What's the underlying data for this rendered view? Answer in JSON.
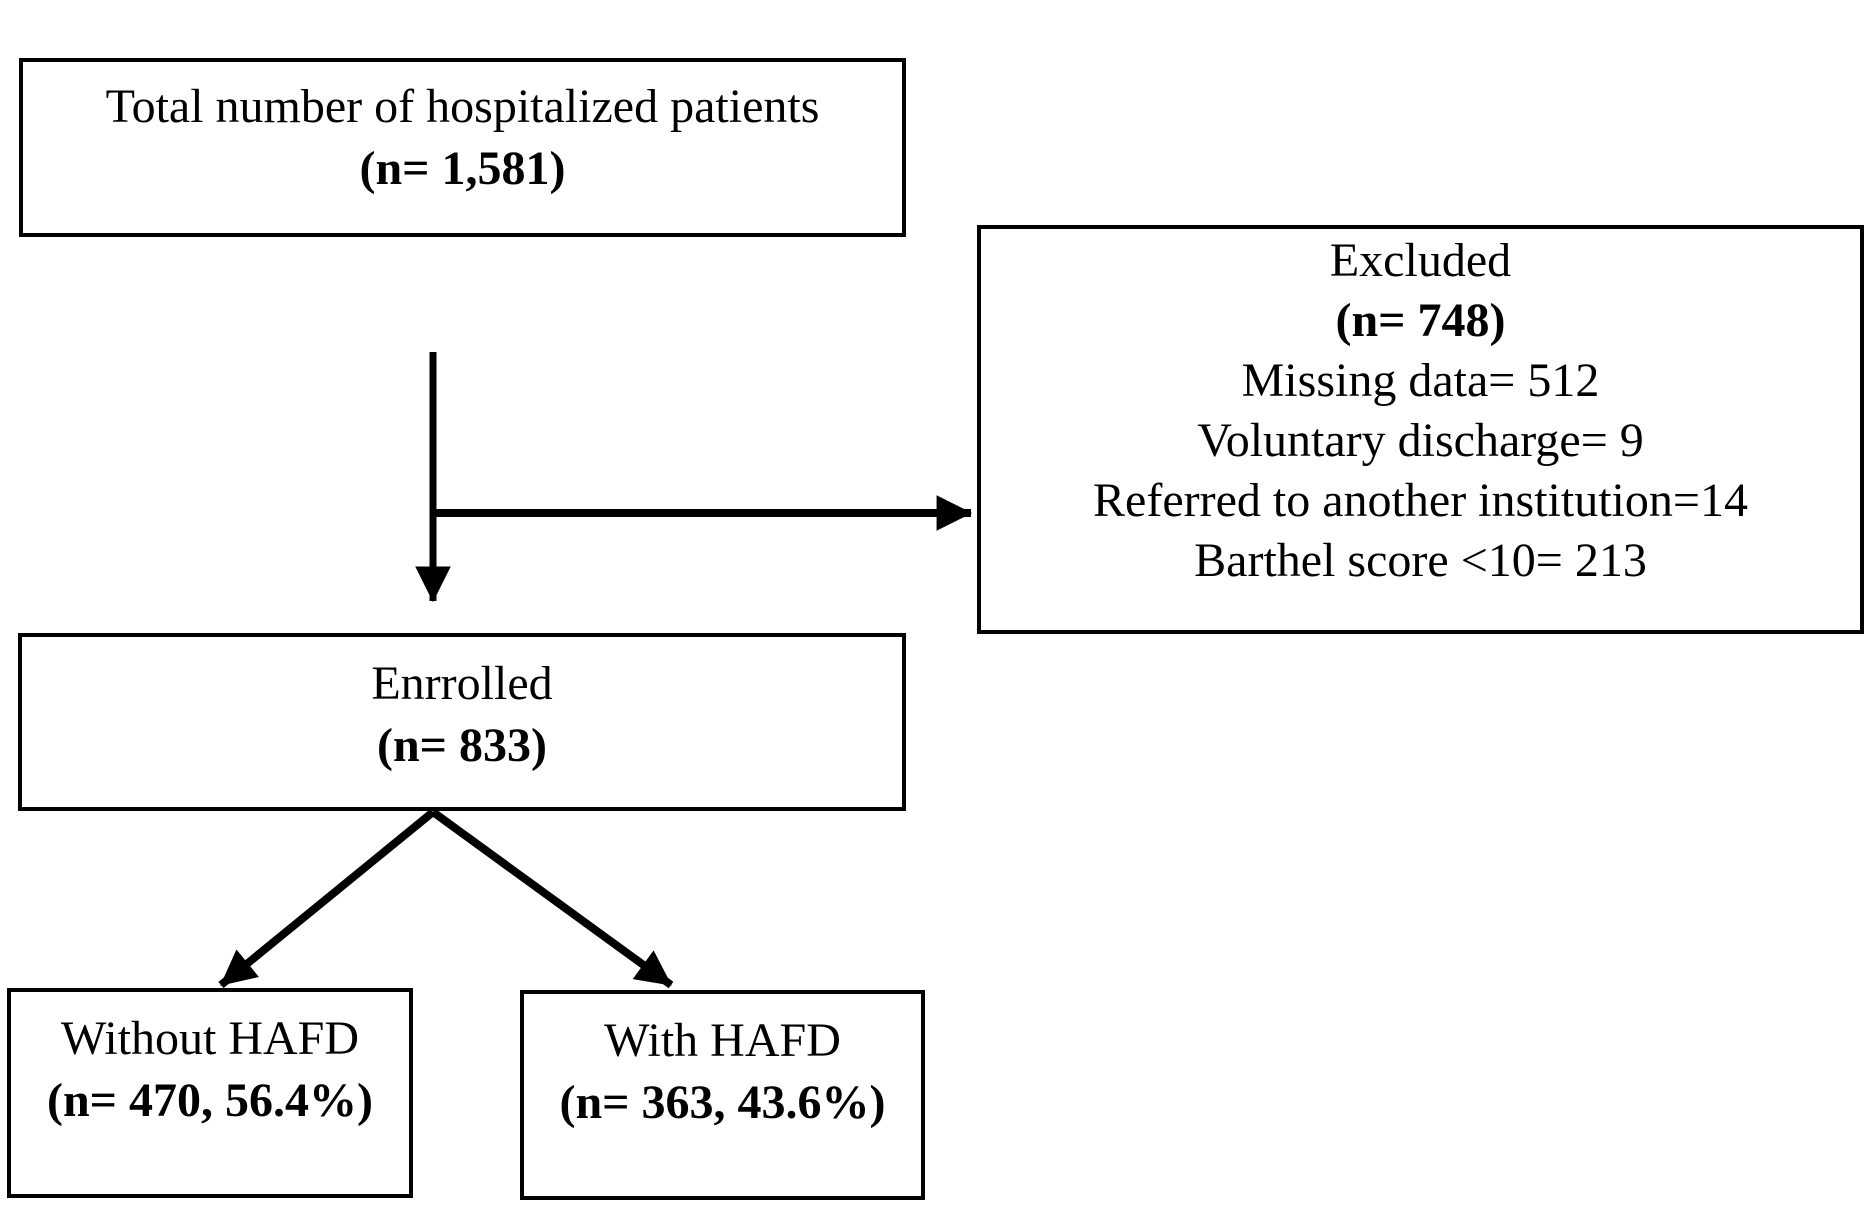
{
  "boxes": {
    "total": {
      "line1": "Total number of hospitalized patients",
      "line2": "(n= 1,581)"
    },
    "excluded": {
      "lines": [
        "Excluded",
        "(n= 748)",
        "Missing data= 512",
        "Voluntary discharge= 9",
        "Referred to another institution=14",
        "Barthel score <10= 213"
      ]
    },
    "enrolled": {
      "line1": "Enrrolled",
      "line2": "(n= 833)"
    },
    "without_hafd": {
      "line1": "Without HAFD",
      "line2": "(n= 470, 56.4%)"
    },
    "with_hafd": {
      "line1": "With HAFD",
      "line2": "(n= 363, 43.6%)"
    }
  },
  "colors": {
    "background": "#ffffff",
    "box_border": "#000000",
    "arrow": "#000000",
    "text": "#000000"
  }
}
